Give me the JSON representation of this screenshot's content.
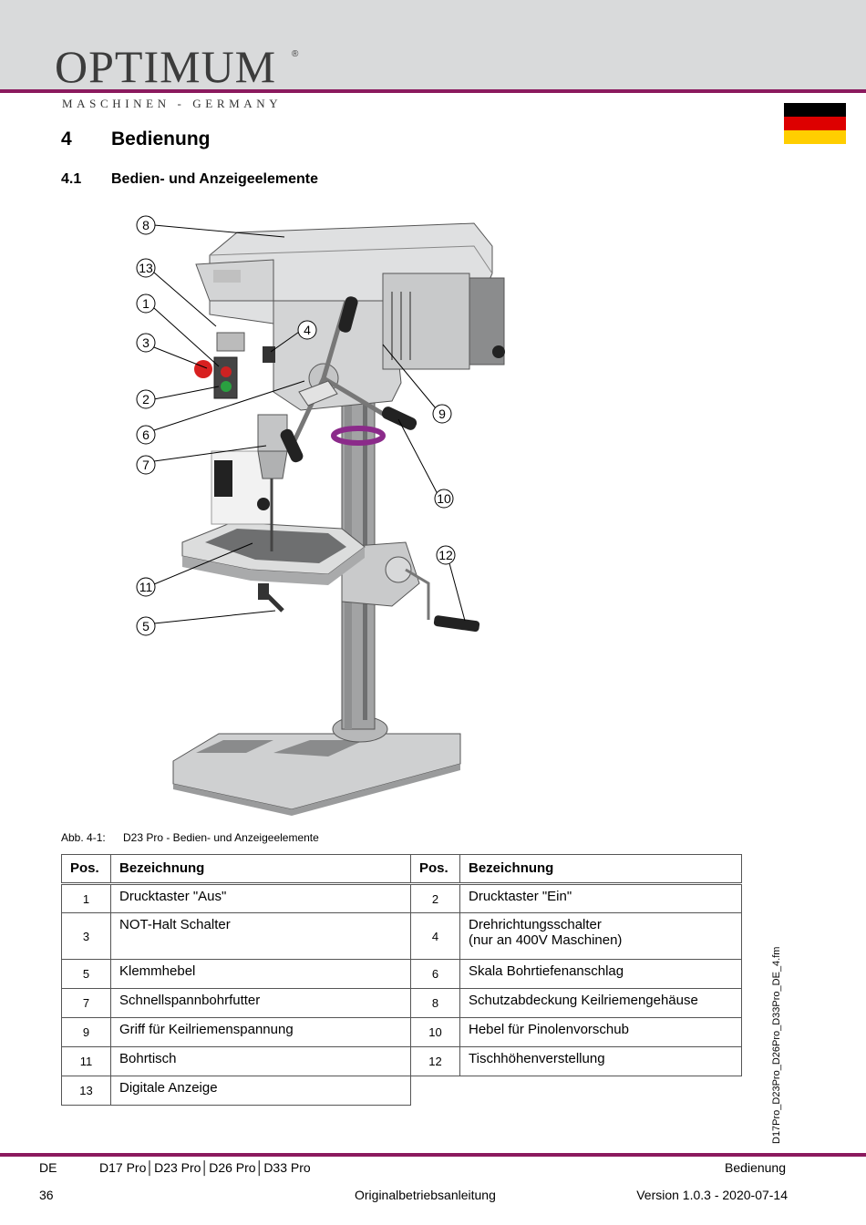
{
  "header": {
    "logo_main": "OPTIMUM",
    "logo_registered": "®",
    "logo_sub": "MASCHINEN - GERMANY",
    "accent_color": "#8b1a5e",
    "flag_colors": [
      "#000000",
      "#dd0000",
      "#ffce00"
    ]
  },
  "section": {
    "number": "4",
    "title": "Bedienung",
    "sub_number": "4.1",
    "sub_title": "Bedien- und Anzeigeelemente"
  },
  "figure": {
    "callouts": [
      "8",
      "13",
      "1",
      "3",
      "4",
      "2",
      "6",
      "7",
      "9",
      "10",
      "12",
      "11",
      "5"
    ],
    "caption_label": "Abb. 4-1:",
    "caption_text": "D23 Pro - Bedien- und Anzeigeelemente"
  },
  "table": {
    "headers": [
      "Pos.",
      "Bezeichnung",
      "Pos.",
      "Bezeichnung"
    ],
    "rows": [
      {
        "pos1": "1",
        "name1": "Drucktaster \"Aus\"",
        "pos2": "2",
        "name2": "Drucktaster \"Ein\""
      },
      {
        "pos1": "3",
        "name1": "NOT-Halt Schalter",
        "pos2": "4",
        "name2": "Drehrichtungsschalter",
        "name2_line2": "(nur an 400V Maschinen)"
      },
      {
        "pos1": "5",
        "name1": "Klemmhebel",
        "pos2": "6",
        "name2": "Skala Bohrtiefenanschlag"
      },
      {
        "pos1": "7",
        "name1": "Schnellspannbohrfutter",
        "pos2": "8",
        "name2": "Schutzabdeckung Keilriemengehäuse"
      },
      {
        "pos1": "9",
        "name1": "Griff für Keilriemenspannung",
        "pos2": "10",
        "name2": "Hebel für Pinolenvorschub"
      },
      {
        "pos1": "11",
        "name1": "Bohrtisch",
        "pos2": "12",
        "name2": "Tischhöhenverstellung"
      },
      {
        "pos1": "13",
        "name1": "Digitale Anzeige"
      }
    ]
  },
  "side_filename": "D17Pro_D23Pro_D26Pro_D33Pro_DE_4.fm",
  "footer": {
    "lang": "DE",
    "models": "D17 Pro│D23 Pro│D26 Pro│D33 Pro",
    "section": "Bedienung",
    "page": "36",
    "manual": "Originalbetriebsanleitung",
    "version": "Version 1.0.3 - 2020-07-14"
  }
}
